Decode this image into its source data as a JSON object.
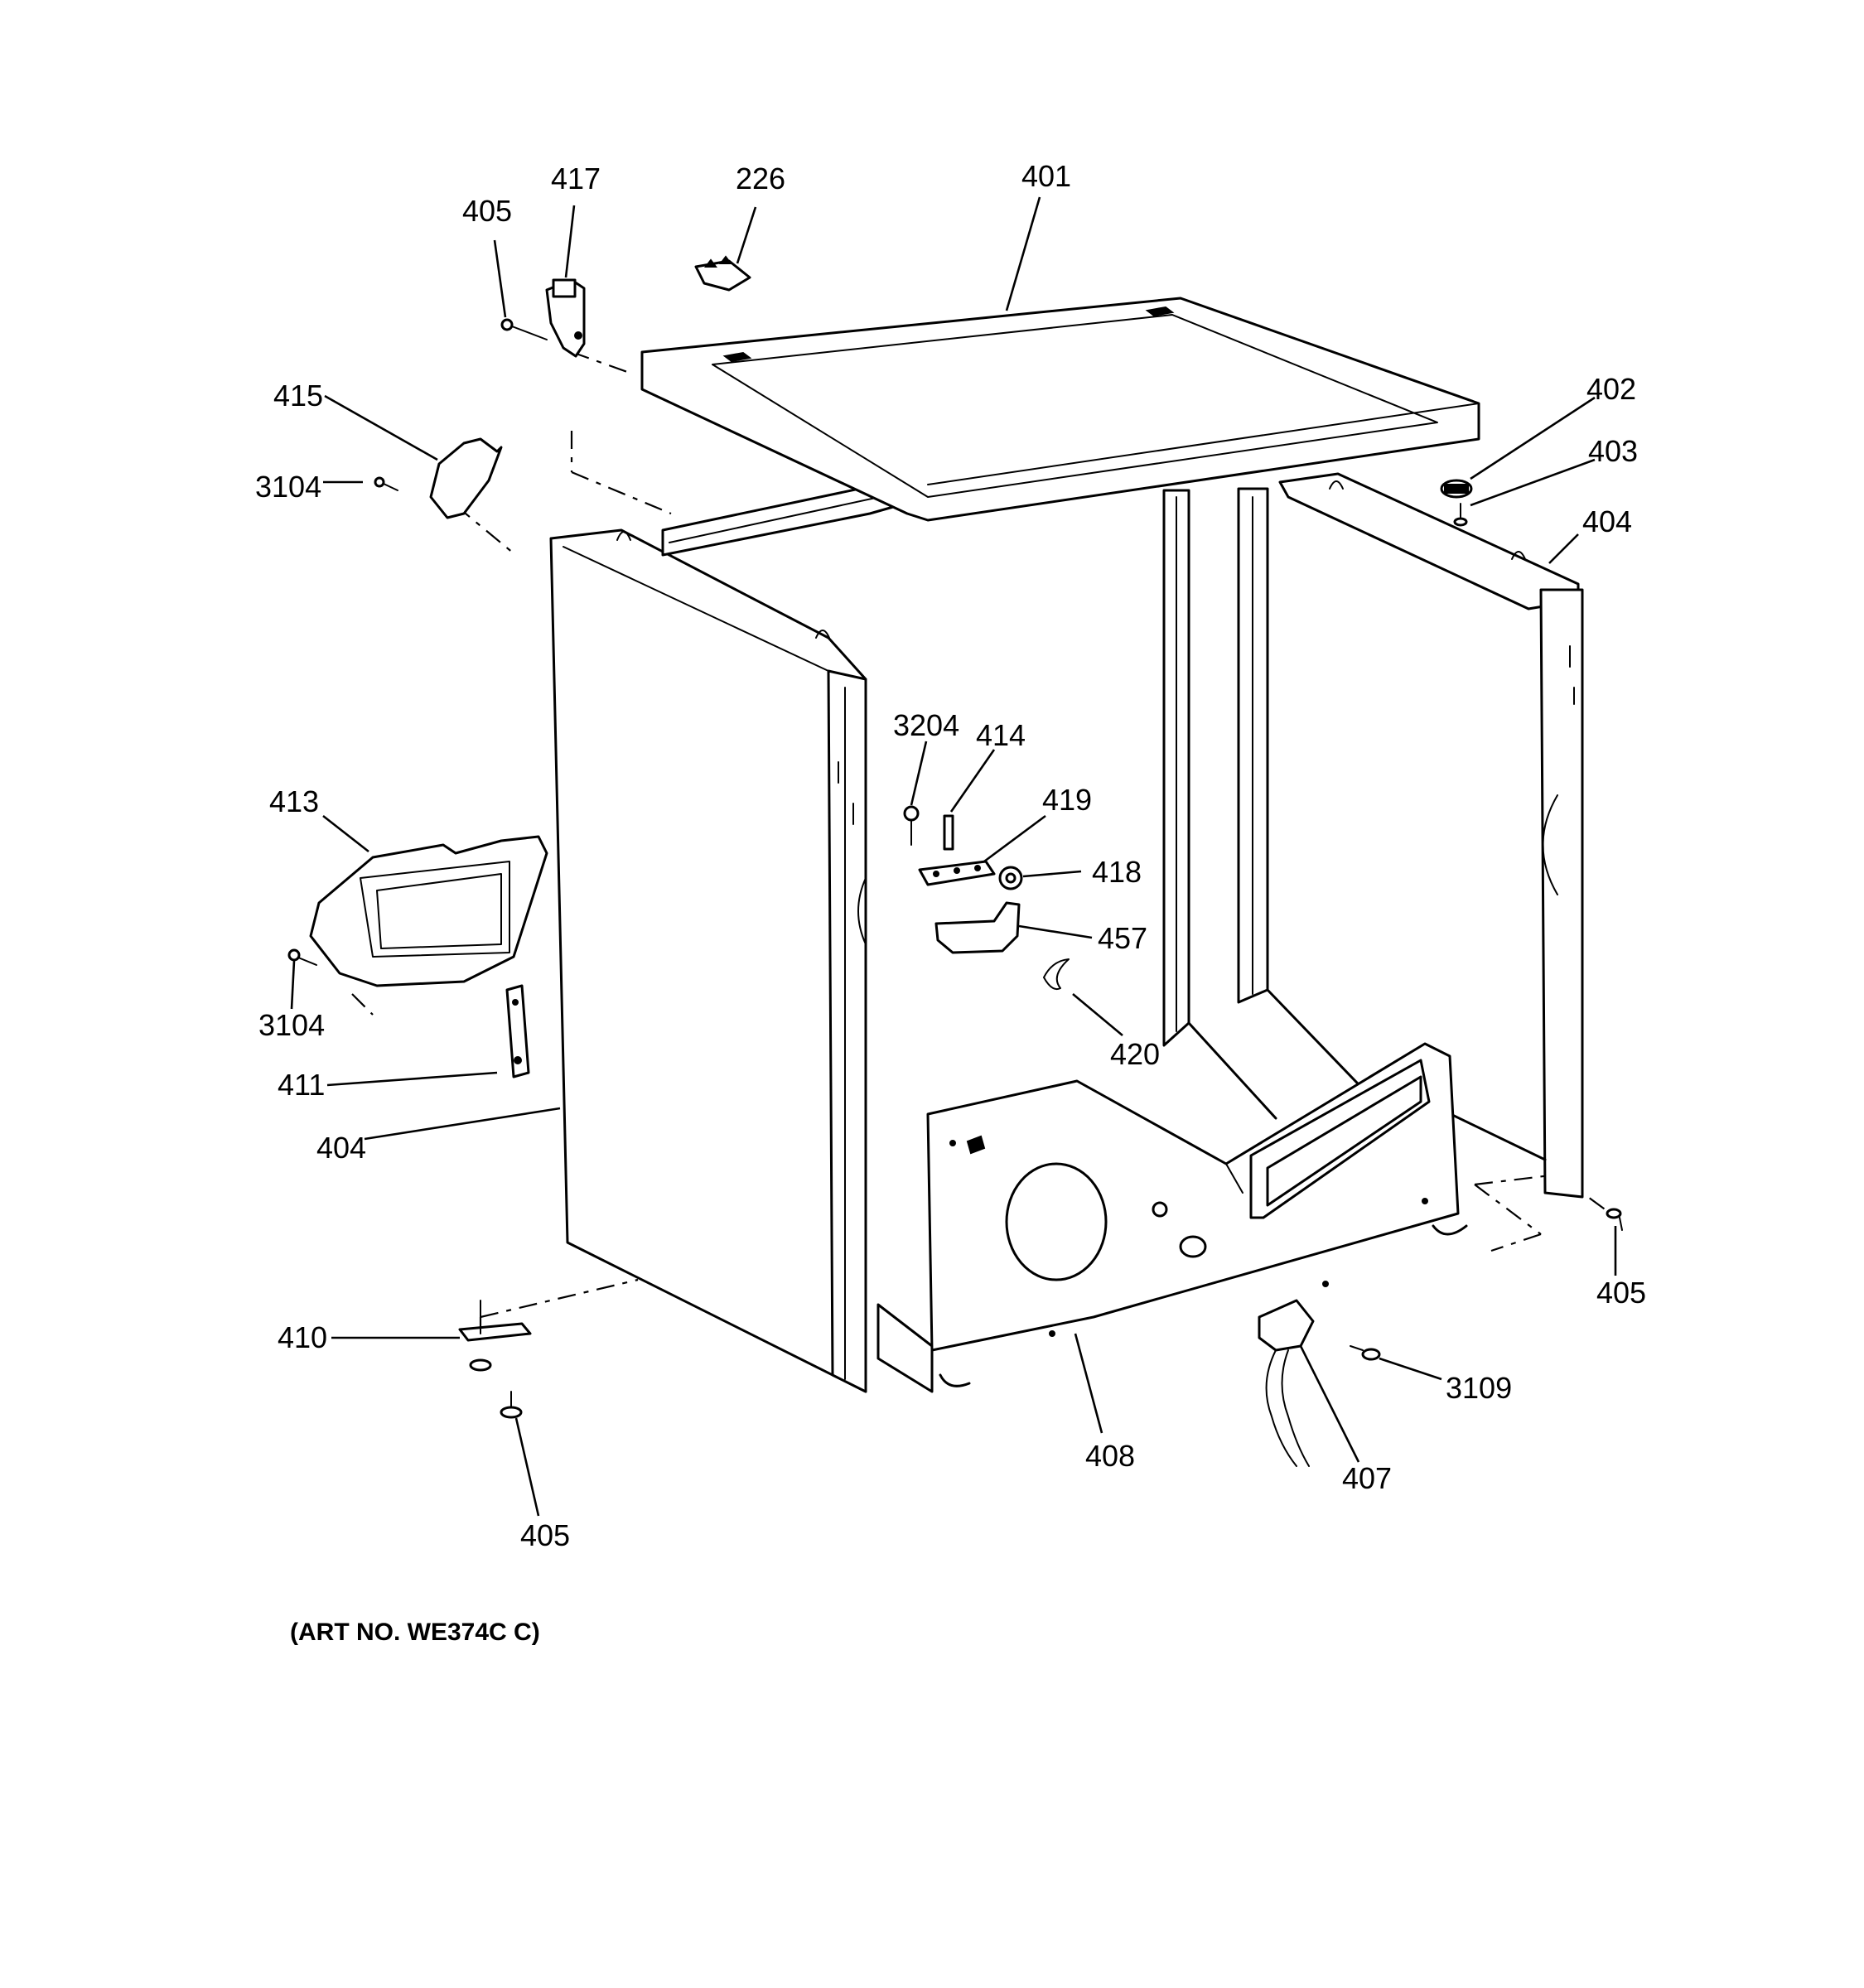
{
  "diagram": {
    "callouts": {
      "c405_top": "405",
      "c417": "417",
      "c226": "226",
      "c401": "401",
      "c415": "415",
      "c3104_top": "3104",
      "c402": "402",
      "c403": "403",
      "c404_right": "404",
      "c3204": "3204",
      "c414": "414",
      "c419": "419",
      "c418": "418",
      "c457": "457",
      "c413": "413",
      "c3104_bottom": "3104",
      "c411": "411",
      "c420": "420",
      "c404_left": "404",
      "c405_right": "405",
      "c410": "410",
      "c3109": "3109",
      "c408": "408",
      "c407": "407",
      "c405_bottom": "405"
    },
    "art_number": "(ART NO. WE374C C)"
  }
}
